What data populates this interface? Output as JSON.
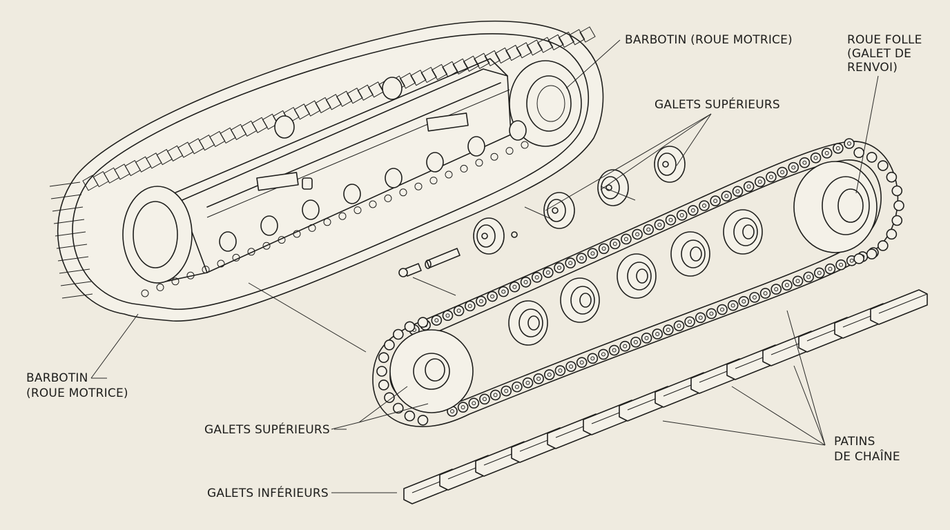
{
  "labels": {
    "sprocket_top_1": "BARBOTIN (ROUE MOTRICE)",
    "idler_1": "ROUE FOLLE",
    "idler_2": "(GALET DE",
    "idler_3": "RENVOI)",
    "carrier_top": "GALETS SUPÉRIEURS",
    "sprocket_left_1": "BARBOTIN",
    "sprocket_left_2": "(ROUE MOTRICE)",
    "carrier_bottom": "GALETS SUPÉRIEURS",
    "track_rollers": "GALETS INFÉRIEURS",
    "shoes_1": "PATINS",
    "shoes_2": "DE CHAÎNE"
  },
  "colors": {
    "background": "#efebe0",
    "ink": "#1f1f1d",
    "paper": "#f4f1e8"
  },
  "icons": [
    "assembled-track-frame",
    "drive-sprocket",
    "idler-wheel",
    "carrier-roller",
    "track-roller",
    "chain-link",
    "track-shoe",
    "pin",
    "bushing"
  ]
}
